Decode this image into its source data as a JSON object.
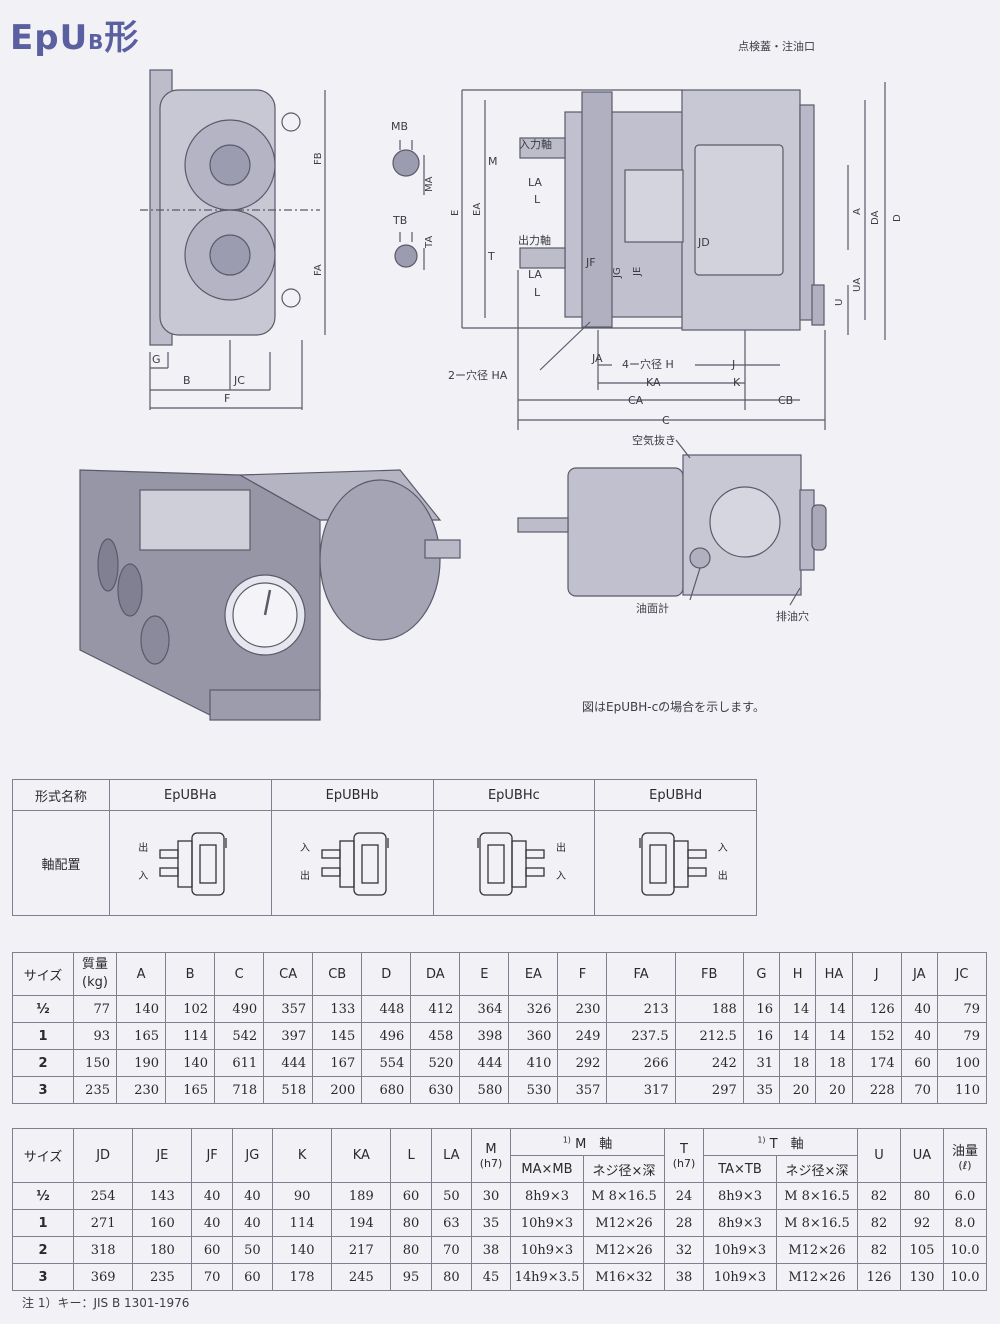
{
  "title": {
    "main": "EpU",
    "sub": "B",
    "suffix": "形"
  },
  "labels": {
    "inspect": "点検蓋・注油口",
    "input_shaft": "入力軸",
    "output_shaft": "出力軸",
    "ha_hole": "2ー穴径 HA",
    "h_hole": "4ー穴径 H",
    "air_vent": "空気抜き",
    "oil_gauge": "油面計",
    "drain": "排油穴",
    "MB": "MB",
    "M": "M",
    "MA": "MA",
    "LA": "LA",
    "L": "L",
    "TB": "TB",
    "T": "T",
    "TA": "TA",
    "E": "E",
    "EA": "EA",
    "FB": "FB",
    "FA": "FA",
    "G": "G",
    "B": "B",
    "JC": "JC",
    "F": "F",
    "JD": "JD",
    "JF": "JF",
    "JG": "JG",
    "JE": "JE",
    "JA": "JA",
    "J": "J",
    "KA": "KA",
    "K": "K",
    "CA": "CA",
    "CB": "CB",
    "C": "C",
    "A": "A",
    "DA": "DA",
    "D": "D",
    "UA": "UA",
    "U": "U"
  },
  "caption": "図はEpUBH-cの場合を示します。",
  "config_table": {
    "row1_label": "形式名称",
    "row2_label": "軸配置",
    "models": [
      "EpUBHa",
      "EpUBHb",
      "EpUBHc",
      "EpUBHd"
    ],
    "arr": [
      [
        "出",
        "入"
      ],
      [
        "入",
        "出"
      ],
      [
        "出",
        "入"
      ],
      [
        "入",
        "出"
      ]
    ]
  },
  "dim_table1": {
    "size_label": "サイズ",
    "mass_label": "質量\n(kg)",
    "headers": [
      "A",
      "B",
      "C",
      "CA",
      "CB",
      "D",
      "DA",
      "E",
      "EA",
      "F",
      "FA",
      "FB",
      "G",
      "H",
      "HA",
      "J",
      "JA",
      "JC"
    ],
    "rows": [
      {
        "size": "½",
        "mass": "77",
        "vals": [
          "140",
          "102",
          "490",
          "357",
          "133",
          "448",
          "412",
          "364",
          "326",
          "230",
          "213",
          "188",
          "16",
          "14",
          "14",
          "126",
          "40",
          "79"
        ]
      },
      {
        "size": "1",
        "mass": "93",
        "vals": [
          "165",
          "114",
          "542",
          "397",
          "145",
          "496",
          "458",
          "398",
          "360",
          "249",
          "237.5",
          "212.5",
          "16",
          "14",
          "14",
          "152",
          "40",
          "79"
        ]
      },
      {
        "size": "2",
        "mass": "150",
        "vals": [
          "190",
          "140",
          "611",
          "444",
          "167",
          "554",
          "520",
          "444",
          "410",
          "292",
          "266",
          "242",
          "31",
          "18",
          "18",
          "174",
          "60",
          "100"
        ]
      },
      {
        "size": "3",
        "mass": "235",
        "vals": [
          "230",
          "165",
          "718",
          "518",
          "200",
          "680",
          "630",
          "580",
          "530",
          "357",
          "317",
          "297",
          "35",
          "20",
          "20",
          "228",
          "70",
          "110"
        ]
      }
    ]
  },
  "dim_table2": {
    "size_label": "サイズ",
    "headers": [
      "JD",
      "JE",
      "JF",
      "JG",
      "K",
      "KA",
      "L",
      "LA"
    ],
    "m_label": "M",
    "m_sub": "(h7)",
    "m_axis": "M　軸",
    "m_axis_note": "1)",
    "maxmb": "MA×MB",
    "m_thread": "ネジ径×深",
    "t_label": "T",
    "t_sub": "(h7)",
    "t_axis": "T　軸",
    "t_axis_note": "1)",
    "taxtb": "TA×TB",
    "t_thread": "ネジ径×深",
    "u": "U",
    "ua": "UA",
    "oil": "油量",
    "oil_unit": "(ℓ)",
    "rows": [
      {
        "size": "½",
        "vals": [
          "254",
          "143",
          "40",
          "40",
          "90",
          "189",
          "60",
          "50"
        ],
        "m": "30",
        "maxmb": "8h9×3",
        "mth": "M 8×16.5",
        "t": "24",
        "taxtb": "8h9×3",
        "tth": "M 8×16.5",
        "u": "82",
        "ua": "80",
        "oil": "6.0"
      },
      {
        "size": "1",
        "vals": [
          "271",
          "160",
          "40",
          "40",
          "114",
          "194",
          "80",
          "63"
        ],
        "m": "35",
        "maxmb": "10h9×3",
        "mth": "M12×26",
        "t": "28",
        "taxtb": "8h9×3",
        "tth": "M 8×16.5",
        "u": "82",
        "ua": "92",
        "oil": "8.0"
      },
      {
        "size": "2",
        "vals": [
          "318",
          "180",
          "60",
          "50",
          "140",
          "217",
          "80",
          "70"
        ],
        "m": "38",
        "maxmb": "10h9×3",
        "mth": "M12×26",
        "t": "32",
        "taxtb": "10h9×3",
        "tth": "M12×26",
        "u": "82",
        "ua": "105",
        "oil": "10.0"
      },
      {
        "size": "3",
        "vals": [
          "369",
          "235",
          "70",
          "60",
          "178",
          "245",
          "95",
          "80"
        ],
        "m": "45",
        "maxmb": "14h9×3.5",
        "mth": "M16×32",
        "t": "38",
        "taxtb": "10h9×3",
        "tth": "M12×26",
        "u": "126",
        "ua": "130",
        "oil": "10.0"
      }
    ]
  },
  "note": "注 1）キー：JIS B 1301-1976"
}
